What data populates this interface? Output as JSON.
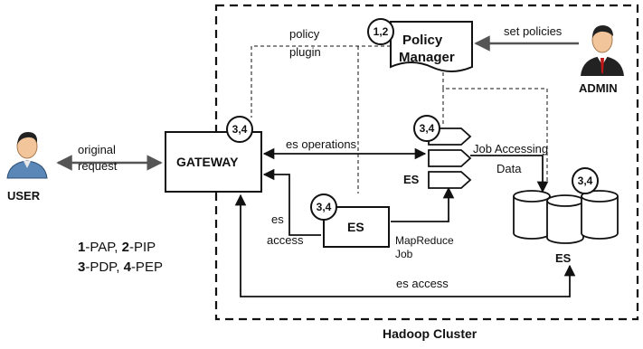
{
  "cluster": {
    "label": "Hadoop Cluster"
  },
  "nodes": {
    "user": "USER",
    "admin": "ADMIN",
    "gateway": "GATEWAY",
    "policy_manager_line1": "Policy",
    "policy_manager_line2": "Manager",
    "es_mapreduce": "ES",
    "es_job": "ES",
    "es_storage": "ES"
  },
  "badges": {
    "policy_manager": "1,2",
    "gateway": "3,4",
    "es_mapreduce": "3,4",
    "es_job": "3,4",
    "es_storage": "3,4"
  },
  "edges": {
    "original_line1": "original",
    "original_line2": "request",
    "set_policies": "set policies",
    "policy_plugin_line1": "policy",
    "policy_plugin_line2": "plugin",
    "es_operations": "es operations",
    "es_access_left_line1": "es",
    "es_access_left_line2": "access",
    "mapreduce_line1": "MapReduce",
    "mapreduce_line2": "Job",
    "job_accessing_line1": "Job Accessing",
    "job_accessing_line2": "Data",
    "es_access_bottom": "es access"
  },
  "legend": {
    "line1_n1": "1",
    "line1_t1": "-PAP, ",
    "line1_n2": "2",
    "line1_t2": "-PIP",
    "line2_n1": "3",
    "line2_t1": "-PDP, ",
    "line2_n2": "4",
    "line2_t2": "-PEP"
  }
}
